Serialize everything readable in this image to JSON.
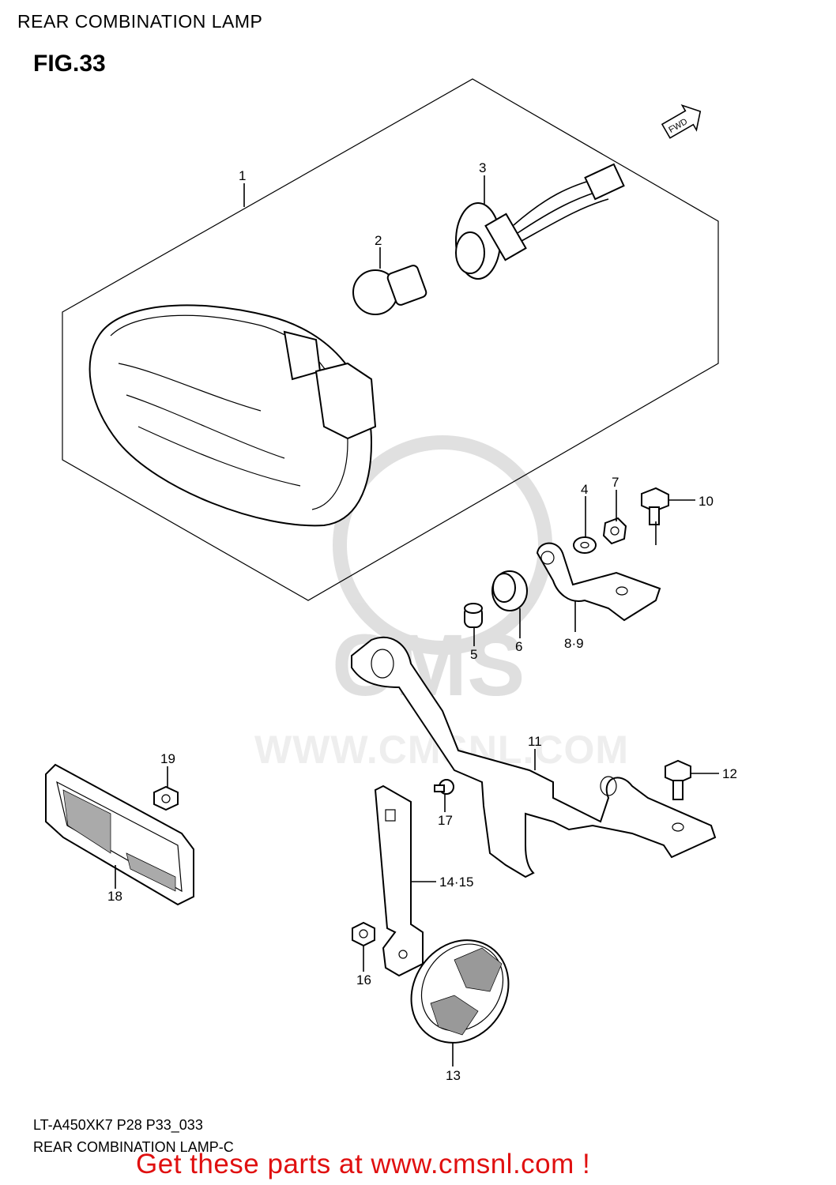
{
  "header": {
    "title": "REAR COMBINATION LAMP"
  },
  "figure": {
    "number": "FIG.33",
    "direction_marker": "FWD"
  },
  "watermark": {
    "text": "WWW.CMSNL.COM",
    "logo_text": "CMS"
  },
  "callouts": {
    "c1": "1",
    "c2": "2",
    "c3": "3",
    "c4": "4",
    "c5": "5",
    "c6": "6",
    "c7": "7",
    "c89": "8·9",
    "c10": "10",
    "c11": "11",
    "c12": "12",
    "c13": "13",
    "c1415": "14·15",
    "c16": "16",
    "c17": "17",
    "c18": "18",
    "c19": "19"
  },
  "footer": {
    "model_code": "LT-A450XK7  P28  P33_033",
    "figure_name": "REAR COMBINATION LAMP-C",
    "promo": "Get these parts at www.cmsnl.com !",
    "promo_color": "#e01010"
  }
}
